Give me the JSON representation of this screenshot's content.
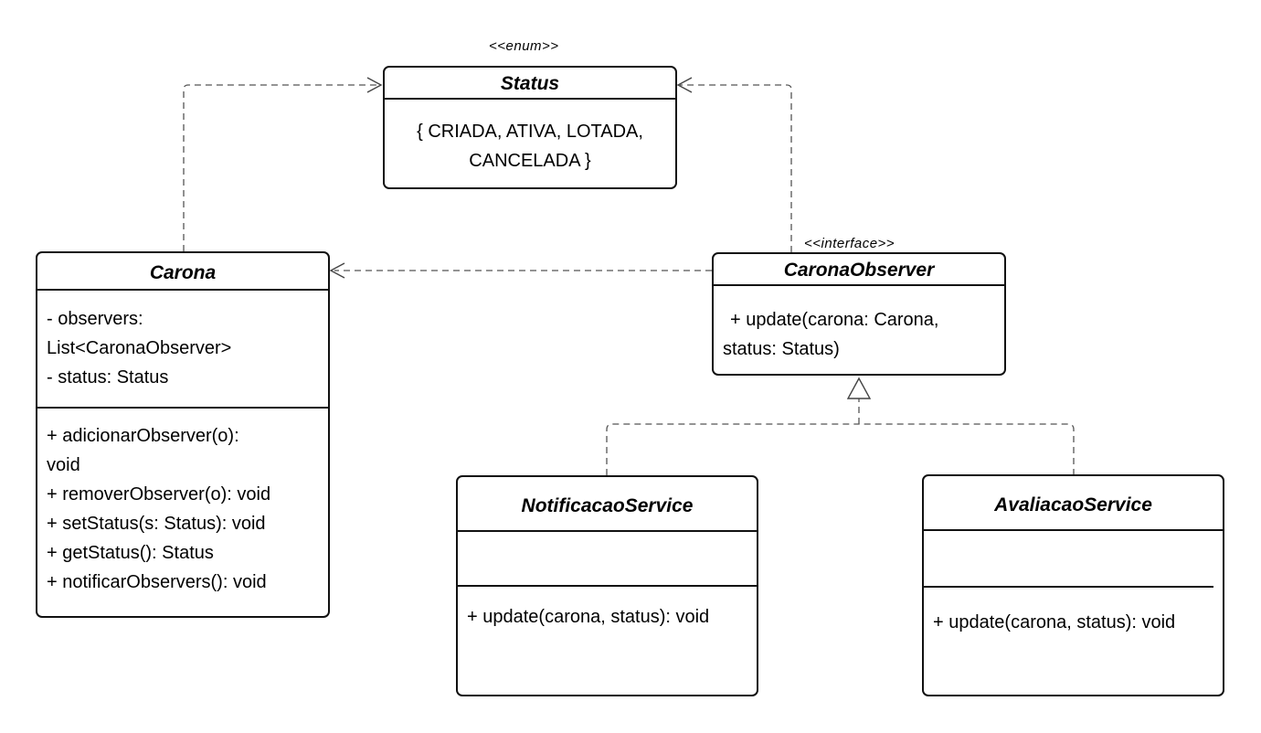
{
  "status_class": {
    "stereotype": "<<enum>>",
    "name": "Status",
    "values": [
      "{ CRIADA, ATIVA, LOTADA,",
      "CANCELADA }"
    ]
  },
  "carona_class": {
    "name": "Carona",
    "attributes": [
      "- observers:",
      "List<CaronaObserver>",
      "- status: Status"
    ],
    "methods": [
      "+ adicionarObserver(o):",
      "void",
      "+ removerObserver(o): void",
      "+ setStatus(s: Status): void",
      "+ getStatus(): Status",
      "+ notificarObservers(): void"
    ]
  },
  "observer_interface": {
    "stereotype": "<<interface>>",
    "name": "CaronaObserver",
    "methods": [
      "+ update(carona: Carona,",
      "status: Status)"
    ]
  },
  "notificacao_class": {
    "name": "NotificacaoService",
    "methods": [
      "+ update(carona, status): void"
    ]
  },
  "avaliacao_class": {
    "name": "AvaliacaoService",
    "methods": [
      "+ update(carona, status): void"
    ]
  }
}
